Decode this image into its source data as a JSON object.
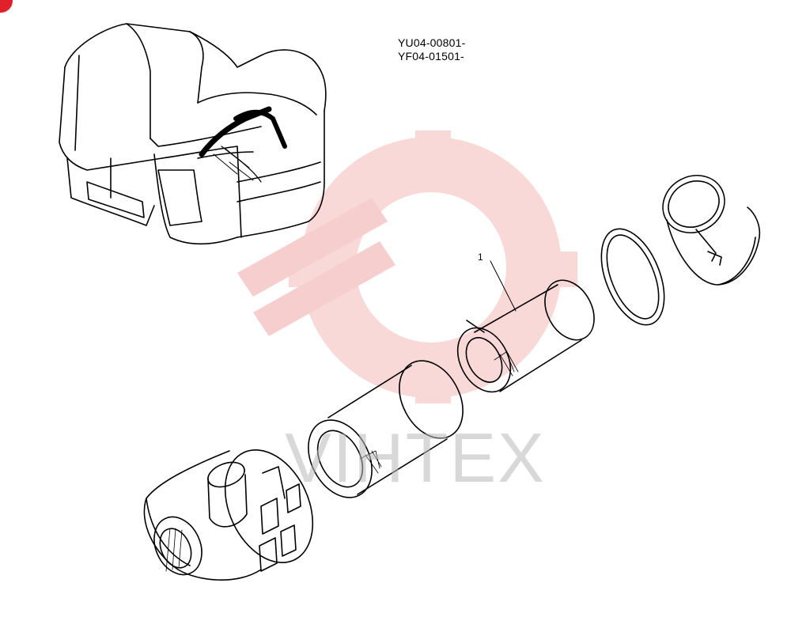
{
  "header_codes": [
    "YU04-00801-",
    "YF04-01501-"
  ],
  "callouts": [
    "1"
  ],
  "watermark": {
    "text": "VIHTEX",
    "color": "#f3b3b3"
  },
  "brand_mark_color": "#e0202a"
}
